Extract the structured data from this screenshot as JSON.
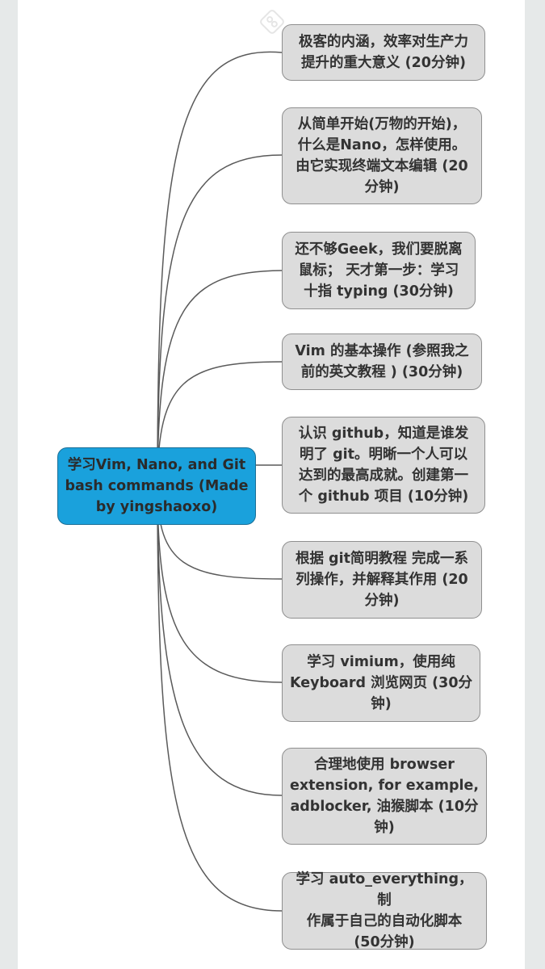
{
  "root": {
    "label": "学习Vim, Nano, and Git\nbash commands (Made\nby yingshaoxo)"
  },
  "topics": [
    {
      "label": "极客的内涵，效率对生产力\n提升的重大意义 (20分钟)"
    },
    {
      "label": "从简单开始(万物的开始)，\n什么是Nano，怎样使用。\n由它实现终端文本编辑 (20\n分钟)"
    },
    {
      "label": "还不够Geek，我们要脱离\n鼠标； 天才第一步：学习\n十指 typing (30分钟)"
    },
    {
      "label": "Vim 的基本操作 (参照我之\n前的英文教程 ) (30分钟)"
    },
    {
      "label": "认识 github，知道是谁发\n明了 git。明晰一个人可以\n达到的最高成就。创建第一\n个 github 项目 (10分钟)"
    },
    {
      "label": "根据 git简明教程 完成一系\n列操作，并解释其作用 (20\n分钟)"
    },
    {
      "label": "学习 vimium，使用纯\nKeyboard 浏览网页 (30分\n钟)"
    },
    {
      "label": "合理地使用 browser\nextension, for example,\nadblocker, 油猴脚本 (10分\n钟)"
    },
    {
      "label": "学习 auto_everything，制\n作属于自己的自动化脚本\n(50分钟)"
    }
  ],
  "colors": {
    "root_fill": "#1aa1dc",
    "node_fill": "#dcdcdc",
    "node_border": "#8f8f8f",
    "connector": "#5a5a5a"
  },
  "icons": {
    "watermark": "watermark-logo-icon"
  }
}
